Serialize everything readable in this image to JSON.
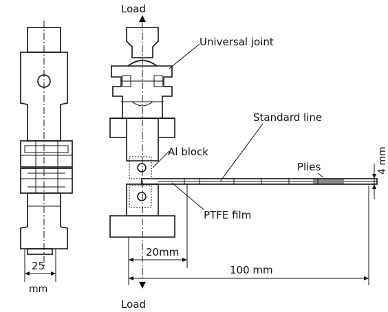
{
  "labels": {
    "load_top": "Load",
    "load_bottom": "Load",
    "universal_joint": "Universal joint",
    "standard_line": "Standard line",
    "al_block": "Al block",
    "plies": "Plies",
    "ptfe_film": "PTFE film",
    "thickness": "4 mm",
    "dim_20": "20mm",
    "dim_100": "100 mm",
    "dim_25": "25",
    "dim_25_unit": "mm"
  }
}
